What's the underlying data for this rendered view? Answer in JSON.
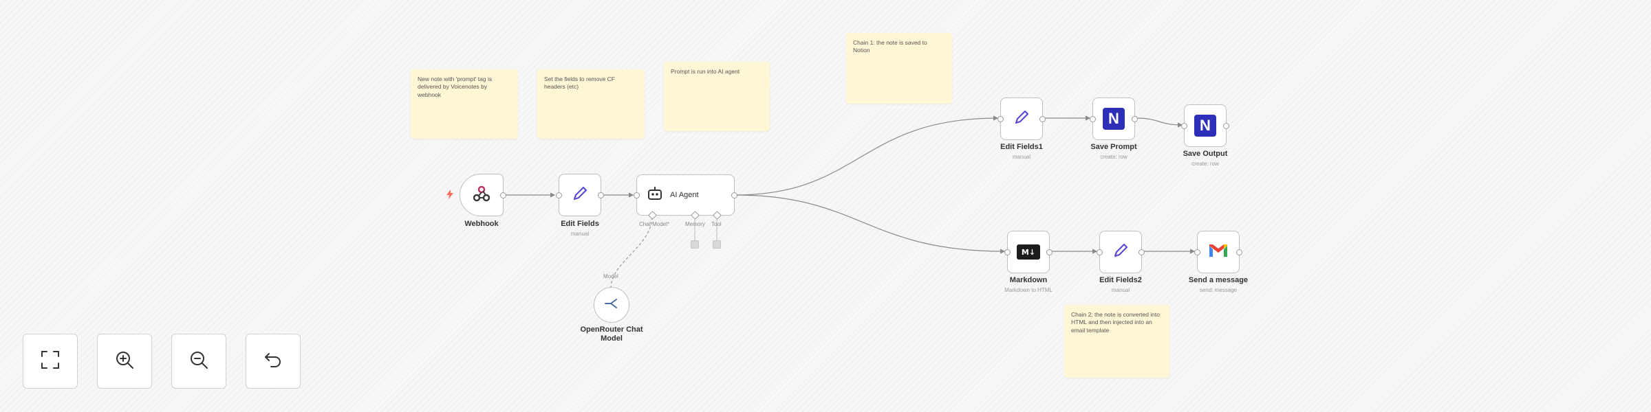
{
  "notes": {
    "n1": "New note with 'prompt' tag is delivered by Voicenotes by webhook",
    "n2": "Set the fields to remove CF headers (etc)",
    "n3": "Prompt is run into AI agent",
    "n4": "Chain 1: the note is saved to Notion",
    "n5": "Chain 2: the note is converted into HTML and then injected into an email template"
  },
  "nodes": {
    "webhook": {
      "label": "Webhook",
      "sub": ""
    },
    "edit_fields": {
      "label": "Edit Fields",
      "sub": "manual"
    },
    "ai_agent": {
      "label": "AI Agent",
      "port_chat": "Chat Model*",
      "port_memory": "Memory",
      "port_tool": "Tool"
    },
    "openrouter": {
      "label": "OpenRouter Chat Model",
      "port_model": "Model"
    },
    "edit_fields1": {
      "label": "Edit Fields1",
      "sub": "manual"
    },
    "save_prompt": {
      "label": "Save Prompt",
      "sub": "create: row"
    },
    "save_output": {
      "label": "Save Output",
      "sub": "create: row"
    },
    "markdown": {
      "label": "Markdown",
      "sub": "Markdown to HTML"
    },
    "edit_fields2": {
      "label": "Edit Fields2",
      "sub": "manual"
    },
    "send_message": {
      "label": "Send a message",
      "sub": "send: message"
    }
  },
  "icons": {
    "webhook": "webhook-icon",
    "edit": "pencil-icon",
    "agent": "robot-icon",
    "openrouter": "openrouter-icon",
    "notion": "notion-icon",
    "markdown": "markdown-icon",
    "gmail": "gmail-icon",
    "trigger": "lightning-icon"
  },
  "colors": {
    "note_bg": "#fff6d6",
    "edit_icon": "#5b4bd6",
    "notion_bg": "#2d2fb8",
    "trigger": "#ff6d5a"
  },
  "controls": {
    "fit": "fit-to-view",
    "zoom_in": "zoom-in",
    "zoom_out": "zoom-out",
    "reset": "reset-zoom"
  }
}
